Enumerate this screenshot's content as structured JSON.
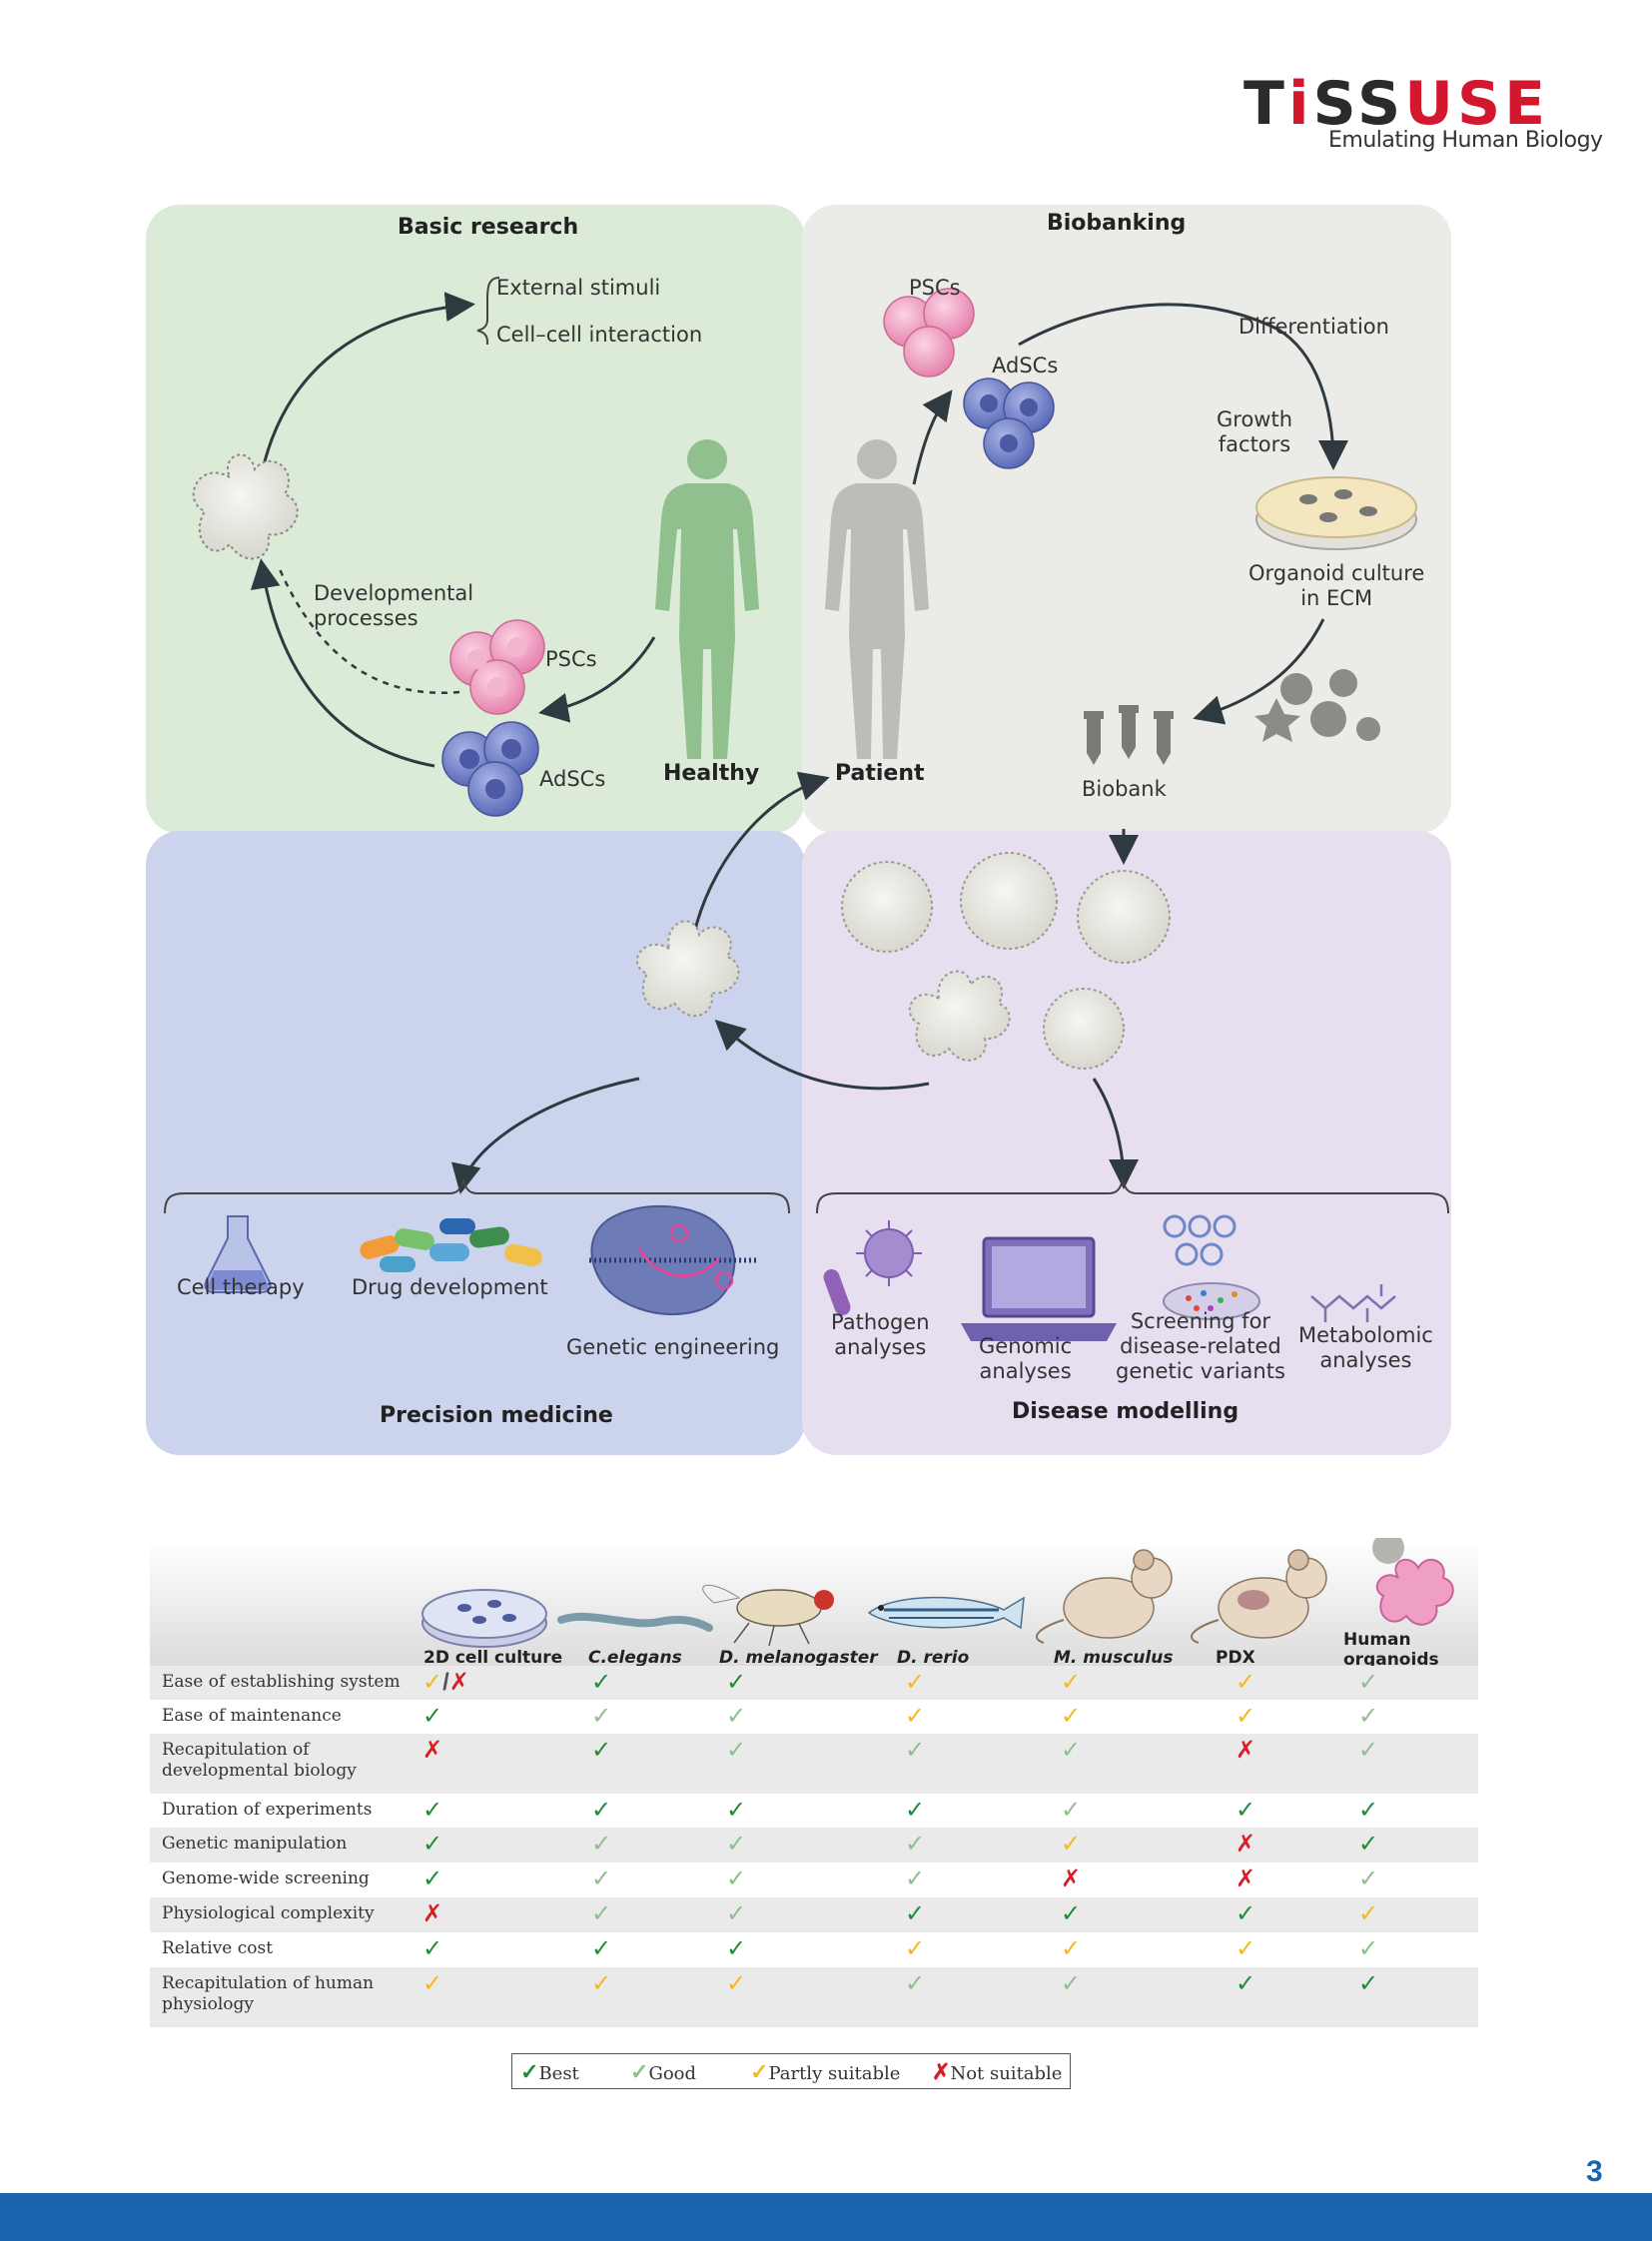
{
  "logo": {
    "word_dark": "T",
    "word_dark2": "SS",
    "word_red": "USE",
    "tagline": "Emulating Human Biology"
  },
  "figure": {
    "basic_research": {
      "title": "Basic research",
      "external_stimuli": "External stimuli",
      "cell_cell": "Cell–cell interaction",
      "developmental": "Developmental\nprocesses",
      "pscs": "PSCs",
      "adscs": "AdSCs",
      "healthy": "Healthy"
    },
    "biobanking": {
      "title": "Biobanking",
      "pscs": "PSCs",
      "adscs": "AdSCs",
      "differentiation": "Differentiation",
      "growth_factors": "Growth\nfactors",
      "organoid_culture": "Organoid culture\nin ECM",
      "biobank": "Biobank",
      "patient": "Patient"
    },
    "precision_medicine": {
      "title": "Precision medicine",
      "cell_therapy": "Cell therapy",
      "drug_development": "Drug development",
      "genetic_engineering": "Genetic engineering"
    },
    "disease_modelling": {
      "title": "Disease modelling",
      "pathogen": "Pathogen\nanalyses",
      "genomic": "Genomic\nanalyses",
      "screening": "Screening for\ndisease-related\ngenetic variants",
      "metabolomic": "Metabolomic\nanalyses"
    },
    "colors": {
      "green_quad": "#dcebd8",
      "gray_quad": "#ebebe8",
      "blue_quad": "#ccd3ec",
      "purple_quad": "#e7dff0",
      "psc_pink": "#e98fb5",
      "adsc_blue": "#6f7fc4",
      "arrow": "#2f3a40"
    }
  },
  "table": {
    "columns": [
      "2D cell culture",
      "C.elegans",
      "D. melanogaster",
      "D. rerio",
      "M. musculus",
      "PDX",
      "Human\norganoids"
    ],
    "rows": [
      {
        "label": "Ease of establishing system",
        "marks": [
          "partly/not",
          "best",
          "best",
          "partly",
          "partly",
          "partly",
          "good"
        ]
      },
      {
        "label": "Ease of maintenance",
        "marks": [
          "best",
          "good",
          "good",
          "partly",
          "partly",
          "partly",
          "good"
        ]
      },
      {
        "label": "Recapitulation of\ndevelopmental biology",
        "marks": [
          "not",
          "best",
          "good",
          "good",
          "good",
          "not",
          "good"
        ]
      },
      {
        "label": "Duration of experiments",
        "marks": [
          "best",
          "best",
          "best",
          "best",
          "good",
          "best",
          "best"
        ]
      },
      {
        "label": "Genetic manipulation",
        "marks": [
          "best",
          "good",
          "good",
          "good",
          "partly",
          "not",
          "best"
        ]
      },
      {
        "label": "Genome-wide screening",
        "marks": [
          "best",
          "good",
          "good",
          "good",
          "not",
          "not",
          "good"
        ]
      },
      {
        "label": "Physiological complexity",
        "marks": [
          "not",
          "good",
          "good",
          "best",
          "best",
          "best",
          "partly"
        ]
      },
      {
        "label": "Relative cost",
        "marks": [
          "best",
          "best",
          "best",
          "partly",
          "partly",
          "partly",
          "good"
        ]
      },
      {
        "label": "Recapitulation of human\nphysiology",
        "marks": [
          "partly",
          "partly",
          "partly",
          "good",
          "good",
          "best",
          "best"
        ]
      }
    ],
    "symbols": {
      "check": "✓",
      "cross": "✗"
    },
    "legend": {
      "best": "Best",
      "good": "Good",
      "partly": "Partly suitable",
      "not": "Not suitable"
    },
    "mark_colors": {
      "best": "#1e8c3a",
      "good": "#8fbf8f",
      "partly": "#f5b820",
      "not": "#d61f26"
    }
  },
  "page_number": "3"
}
